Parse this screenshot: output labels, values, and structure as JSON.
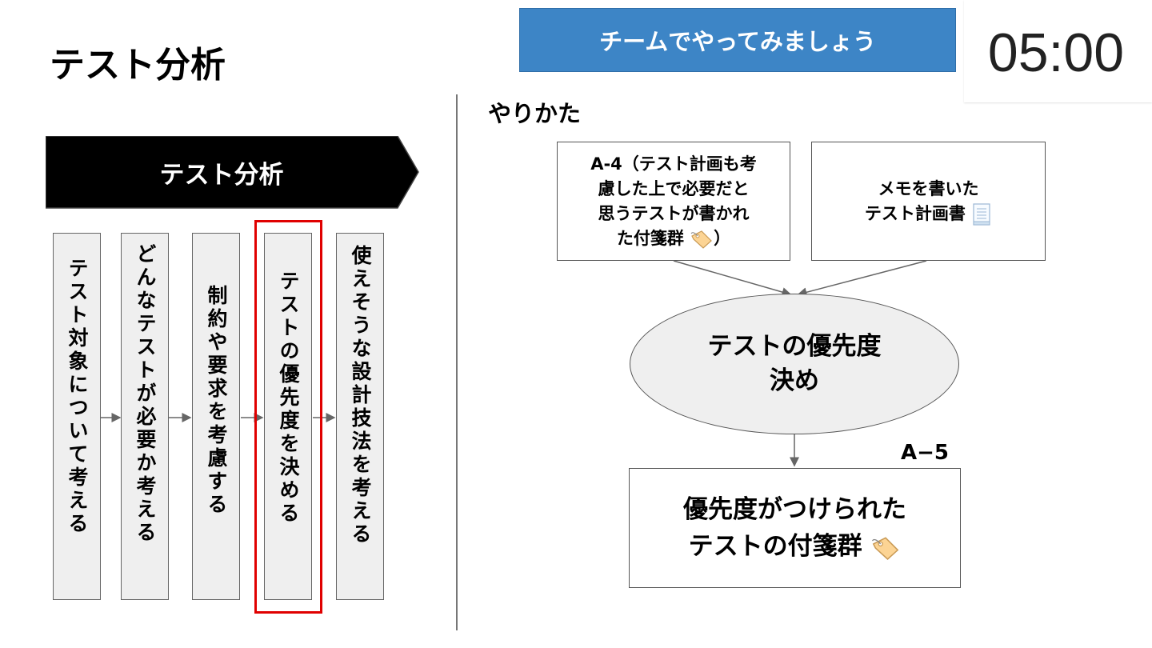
{
  "page_title": "テスト分析",
  "banner": {
    "label": "チームでやってみましょう",
    "color": "#3d85c6"
  },
  "timer": "05:00",
  "left": {
    "phase_label": "テスト分析",
    "highlight_color": "#e00000",
    "steps": [
      {
        "label": "テスト対象について考える"
      },
      {
        "label": "どんなテストが必要か考える"
      },
      {
        "label": "制約や要求を考慮する"
      },
      {
        "label": "テストの優先度を決める"
      },
      {
        "label": "使えそうな設計技法を考える"
      }
    ]
  },
  "right": {
    "heading": "やりかた",
    "input1": {
      "lines": [
        "A-4（テスト計画も考",
        "慮した上で必要だと",
        "思うテストが書かれ",
        "た付箋群"
      ],
      "closing": "）",
      "icon": "label-tag-icon"
    },
    "input2": {
      "lines": [
        "メモを書いた",
        "テスト計画書"
      ],
      "icon": "document-icon"
    },
    "process": {
      "lines": [
        "テストの優先度",
        "決め"
      ]
    },
    "output_code": "A−5",
    "output": {
      "lines": [
        "優先度がつけられた",
        "テストの付箋群"
      ],
      "icon": "label-tag-icon"
    }
  }
}
